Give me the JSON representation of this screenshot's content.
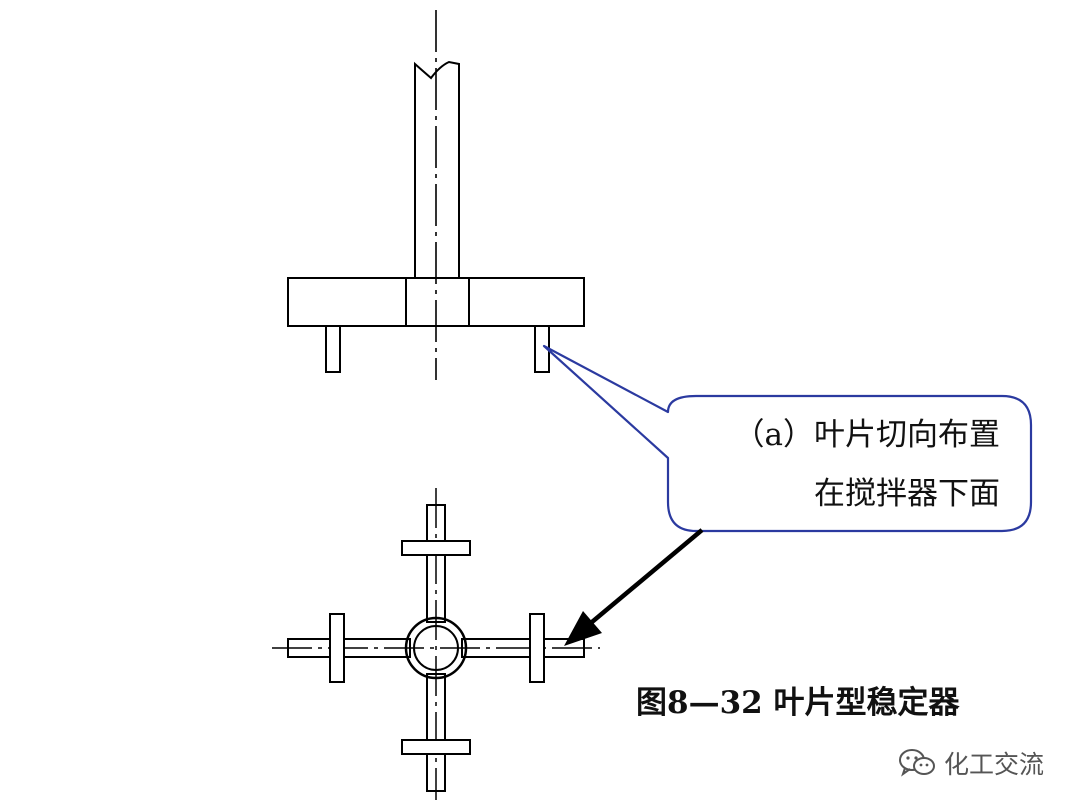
{
  "callout": {
    "line1": "（a）叶片切向布置",
    "line2": "在搅拌器下面"
  },
  "caption": "图8—32 叶片型稳定器",
  "watermark": {
    "icon": "wechat-icon",
    "text": "化工交流"
  },
  "colors": {
    "line": "#000000",
    "callout_border": "#2b3aa0",
    "text": "#111111",
    "watermark": "#555555"
  }
}
